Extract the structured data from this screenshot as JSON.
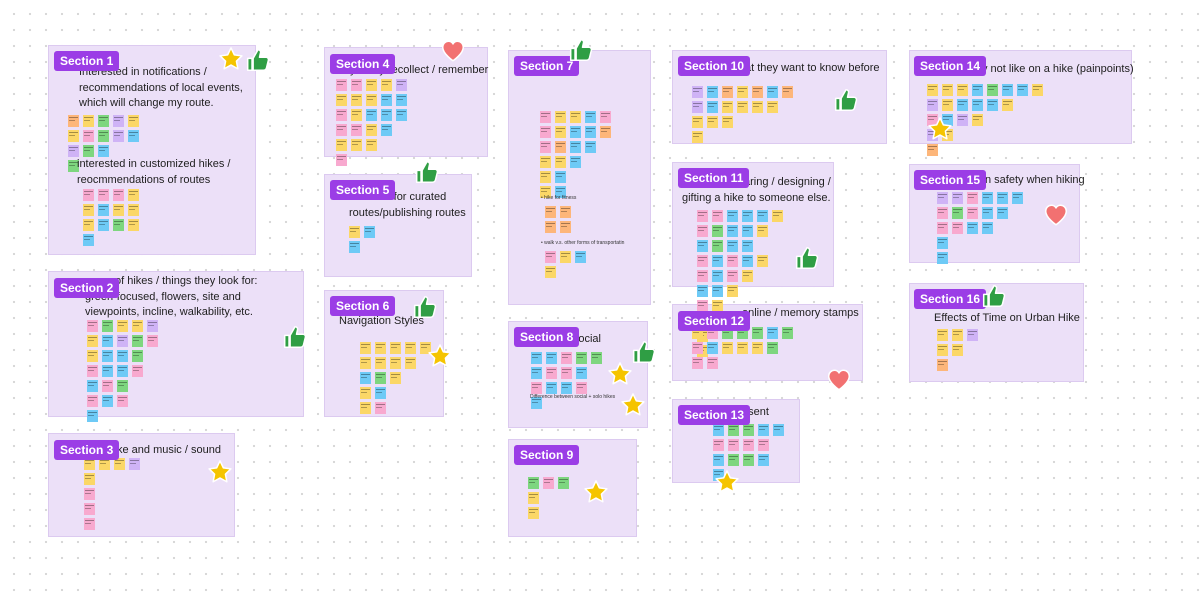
{
  "board": {
    "colors": {
      "section_bg": "#ece0f8",
      "section_label": "#9b3de6",
      "note_yellow": "#fbd767",
      "note_orange": "#fdb67a",
      "note_pink": "#f8a9cf",
      "note_green": "#7ed67f",
      "note_blue": "#6ecaf6",
      "note_purple": "#cfb3f6",
      "thumbs_up": "#2f9e44",
      "heart": "#f27171",
      "star": "#f5c400"
    },
    "sections": [
      {
        "label": "Section 1",
        "texts": [
          "Interested in notifications / recommendations of local events, which will change my route.",
          "interested in customized hikes / reocmmendations of routes"
        ]
      },
      {
        "label": "Section 2",
        "texts": [
          "of hikes / things they look for: green-focused, flowers, site and viewpoints, incline, walkability, etc."
        ]
      },
      {
        "label": "Section 3",
        "texts": [
          "ke and music / sound"
        ]
      },
      {
        "label": "Section 4",
        "texts": [
          "Ways they recollect / remember"
        ]
      },
      {
        "label": "Section 5",
        "texts": [
          "Concern for curated routes/publishing routes"
        ]
      },
      {
        "label": "Section 6",
        "texts": [
          "Navigation Styles"
        ]
      },
      {
        "label": "Section 7",
        "texts": [
          "• hike for fitness",
          "• walk v.s. other forms of transportatin"
        ]
      },
      {
        "label": "Section 8",
        "texts": [
          "Social",
          "Difference between social + solo hikes"
        ]
      },
      {
        "label": "Section 9",
        "texts": []
      },
      {
        "label": "Section 10",
        "texts": [
          "at they want to know before"
        ]
      },
      {
        "label": "Section 11",
        "texts": [
          "aring / designing / gifting a hike to someone else."
        ]
      },
      {
        "label": "Section 12",
        "texts": [
          "online / memory stamps"
        ]
      },
      {
        "label": "Section 13",
        "texts": [
          "esent"
        ]
      },
      {
        "label": "Section 14",
        "texts": [
          "y not like on a hike (painpoints)"
        ]
      },
      {
        "label": "Section 15",
        "texts": [
          "n safety when hiking"
        ]
      },
      {
        "label": "Section 16",
        "texts": [
          "Effects of Time on Urban Hike"
        ]
      }
    ],
    "reactions": {
      "thumbs_up": "thumbs-up-icon",
      "heart": "heart-icon",
      "star": "star-icon"
    }
  }
}
